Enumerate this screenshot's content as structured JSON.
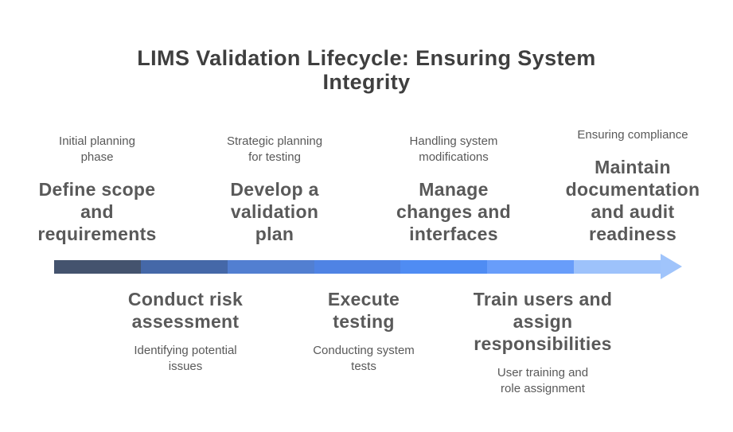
{
  "title": "LIMS Validation Lifecycle: Ensuring System\nIntegrity",
  "colors": {
    "background": "#ffffff",
    "title_text": "#3f3f3f",
    "body_text": "#595959",
    "arrow_segments": [
      "#44536e",
      "#4568a8",
      "#527fd1",
      "#4f83e4",
      "#4f8cf3",
      "#689dfa",
      "#9dc2fb"
    ],
    "arrow_head": "#a0c4fb"
  },
  "top_phases": [
    {
      "subtitle": "Initial planning\nphase",
      "heading": "Define scope\nand\nrequirements"
    },
    {
      "subtitle": "Strategic planning\nfor testing",
      "heading": "Develop a\nvalidation\nplan"
    },
    {
      "subtitle": "Handling system\nmodifications",
      "heading": "Manage\nchanges and\ninterfaces"
    },
    {
      "subtitle": "Ensuring compliance",
      "heading": "Maintain\ndocumentation\nand audit\nreadiness"
    }
  ],
  "bottom_phases": [
    {
      "heading": "Conduct risk\nassessment",
      "subtitle": "Identifying potential\nissues"
    },
    {
      "heading": "Execute\ntesting",
      "subtitle": "Conducting system\ntests"
    },
    {
      "heading": "Train users and\nassign\nresponsibilities",
      "subtitle": "User training and\nrole assignment"
    }
  ]
}
